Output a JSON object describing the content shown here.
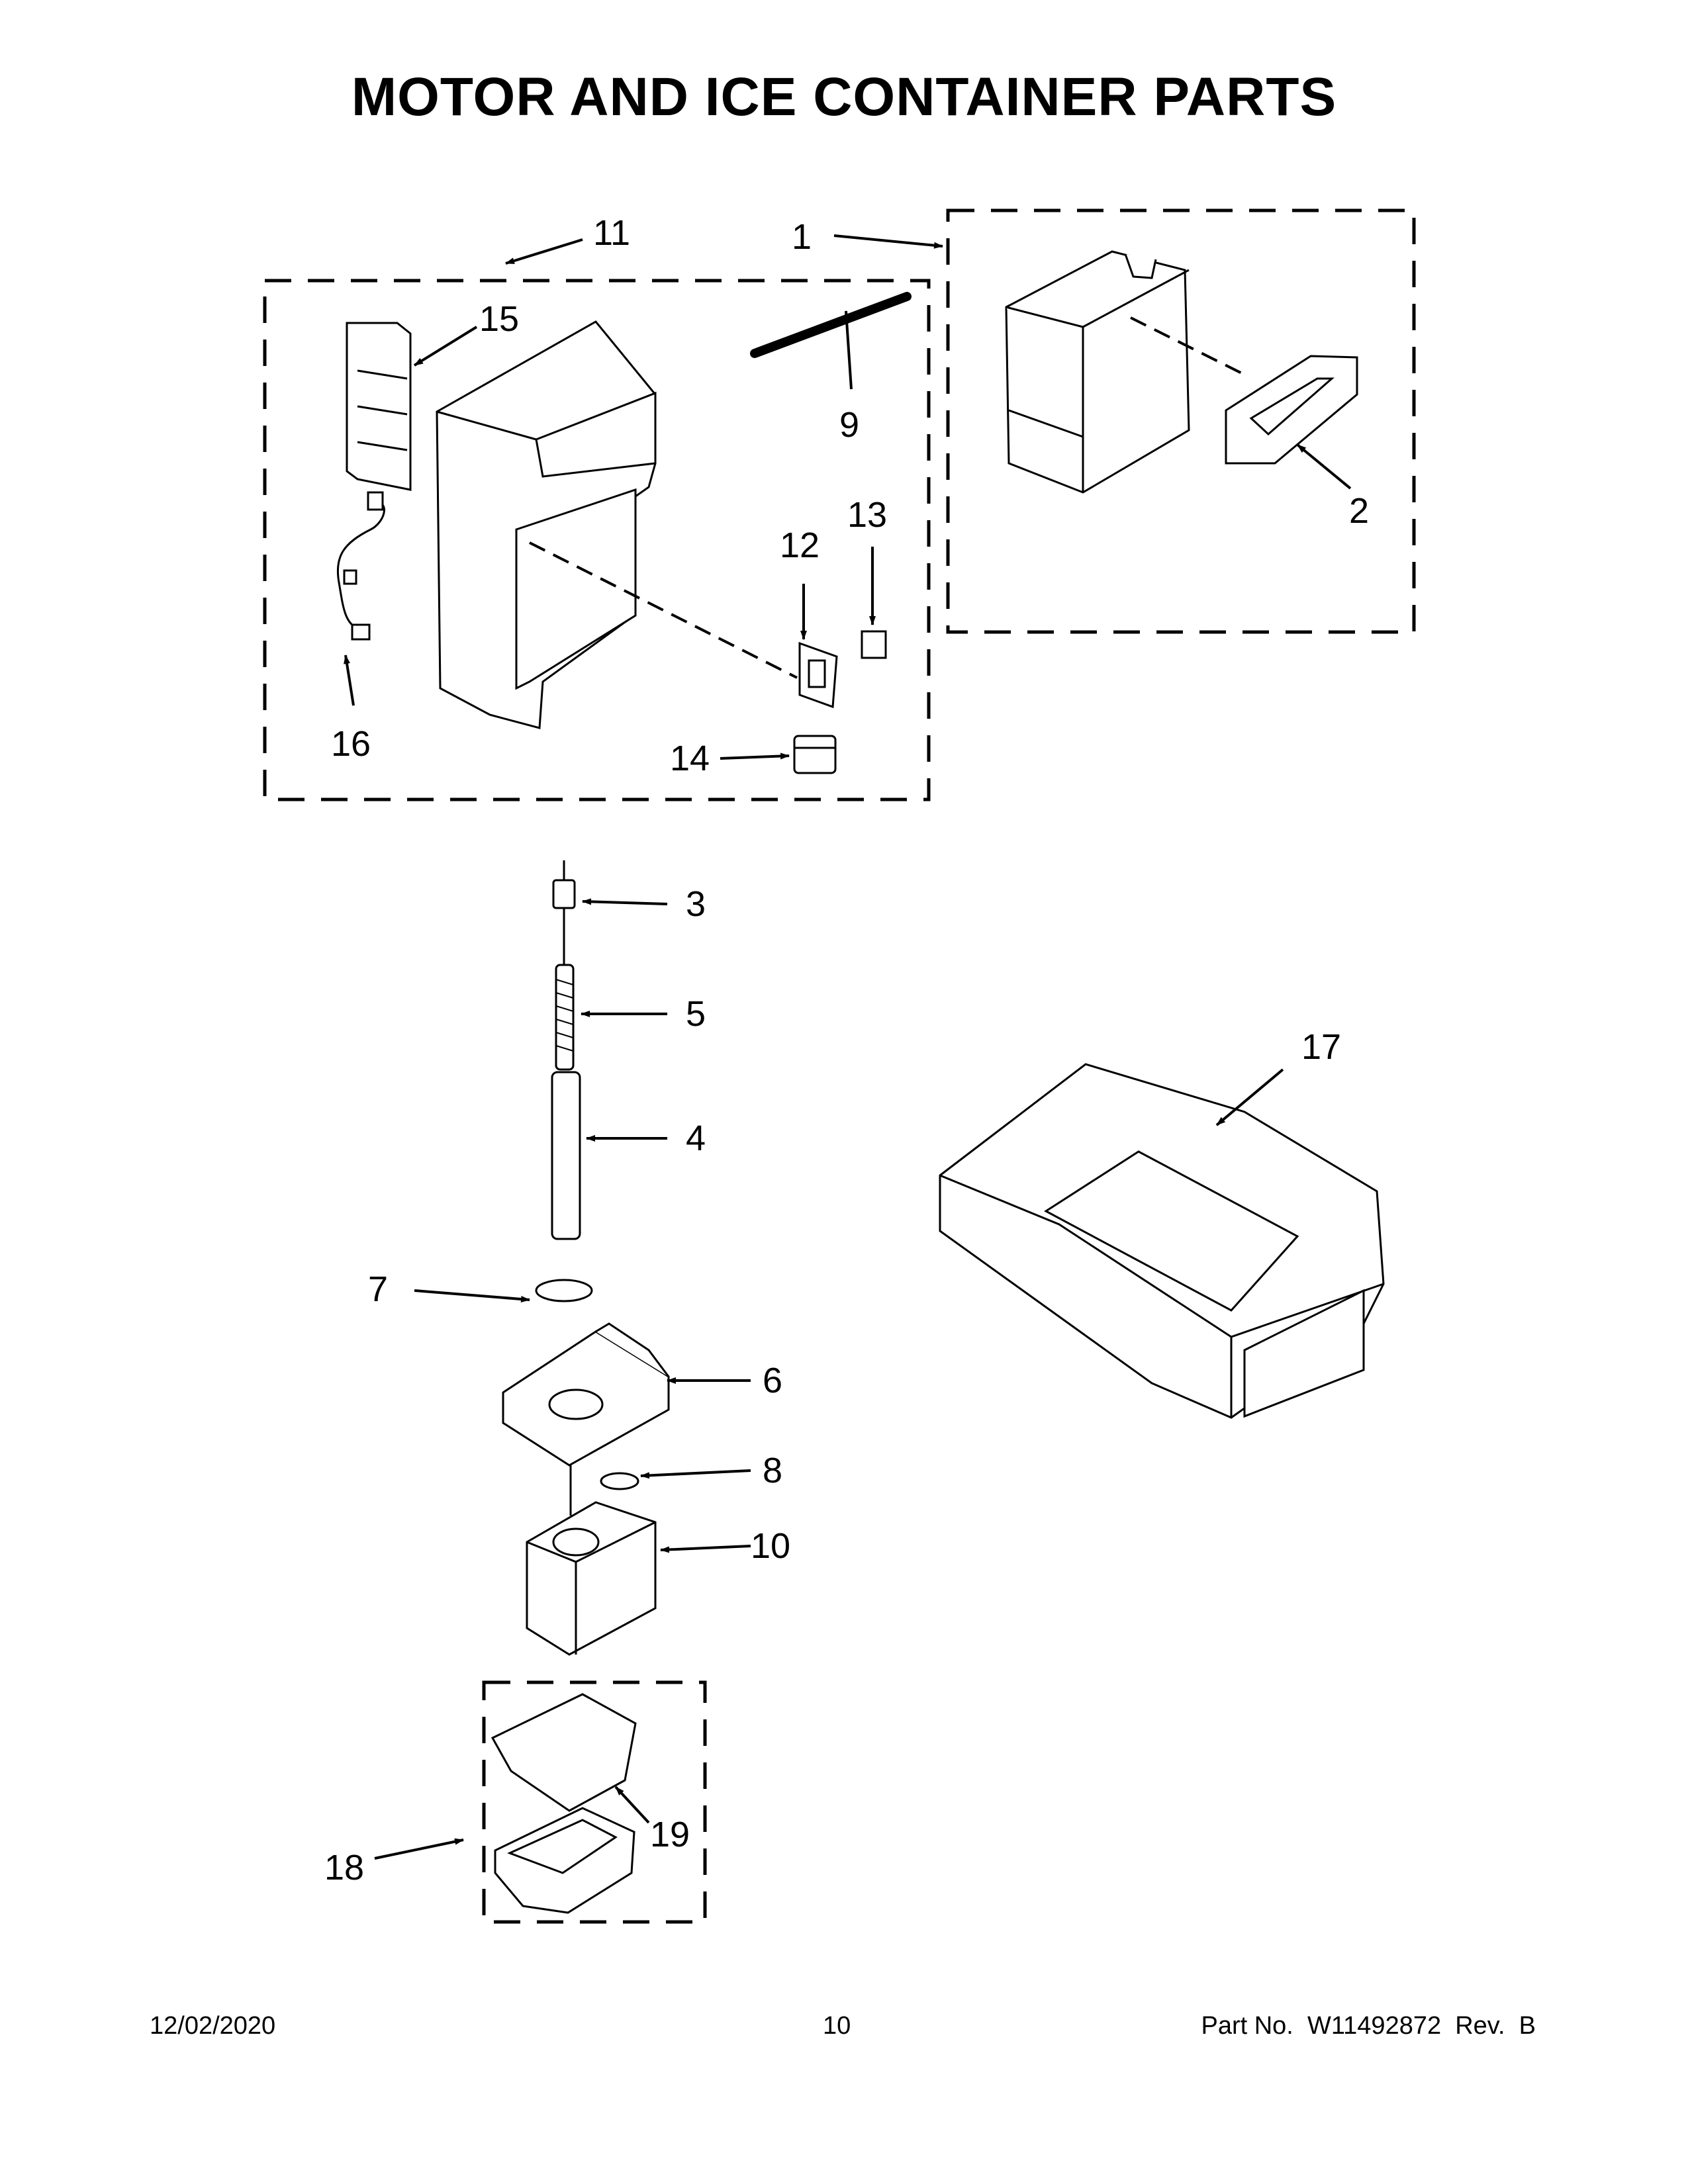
{
  "title": "MOTOR AND ICE CONTAINER PARTS",
  "callouts": {
    "c1": "1",
    "c2": "2",
    "c3": "3",
    "c4": "4",
    "c5": "5",
    "c6": "6",
    "c7": "7",
    "c8": "8",
    "c9": "9",
    "c10": "10",
    "c11": "11",
    "c12": "12",
    "c13": "13",
    "c14": "14",
    "c15": "15",
    "c16": "16",
    "c17": "17",
    "c18": "18",
    "c19": "19"
  },
  "footer": {
    "date": "12/02/2020",
    "page": "10",
    "part": "Part No.  W11492872  Rev.  B"
  }
}
